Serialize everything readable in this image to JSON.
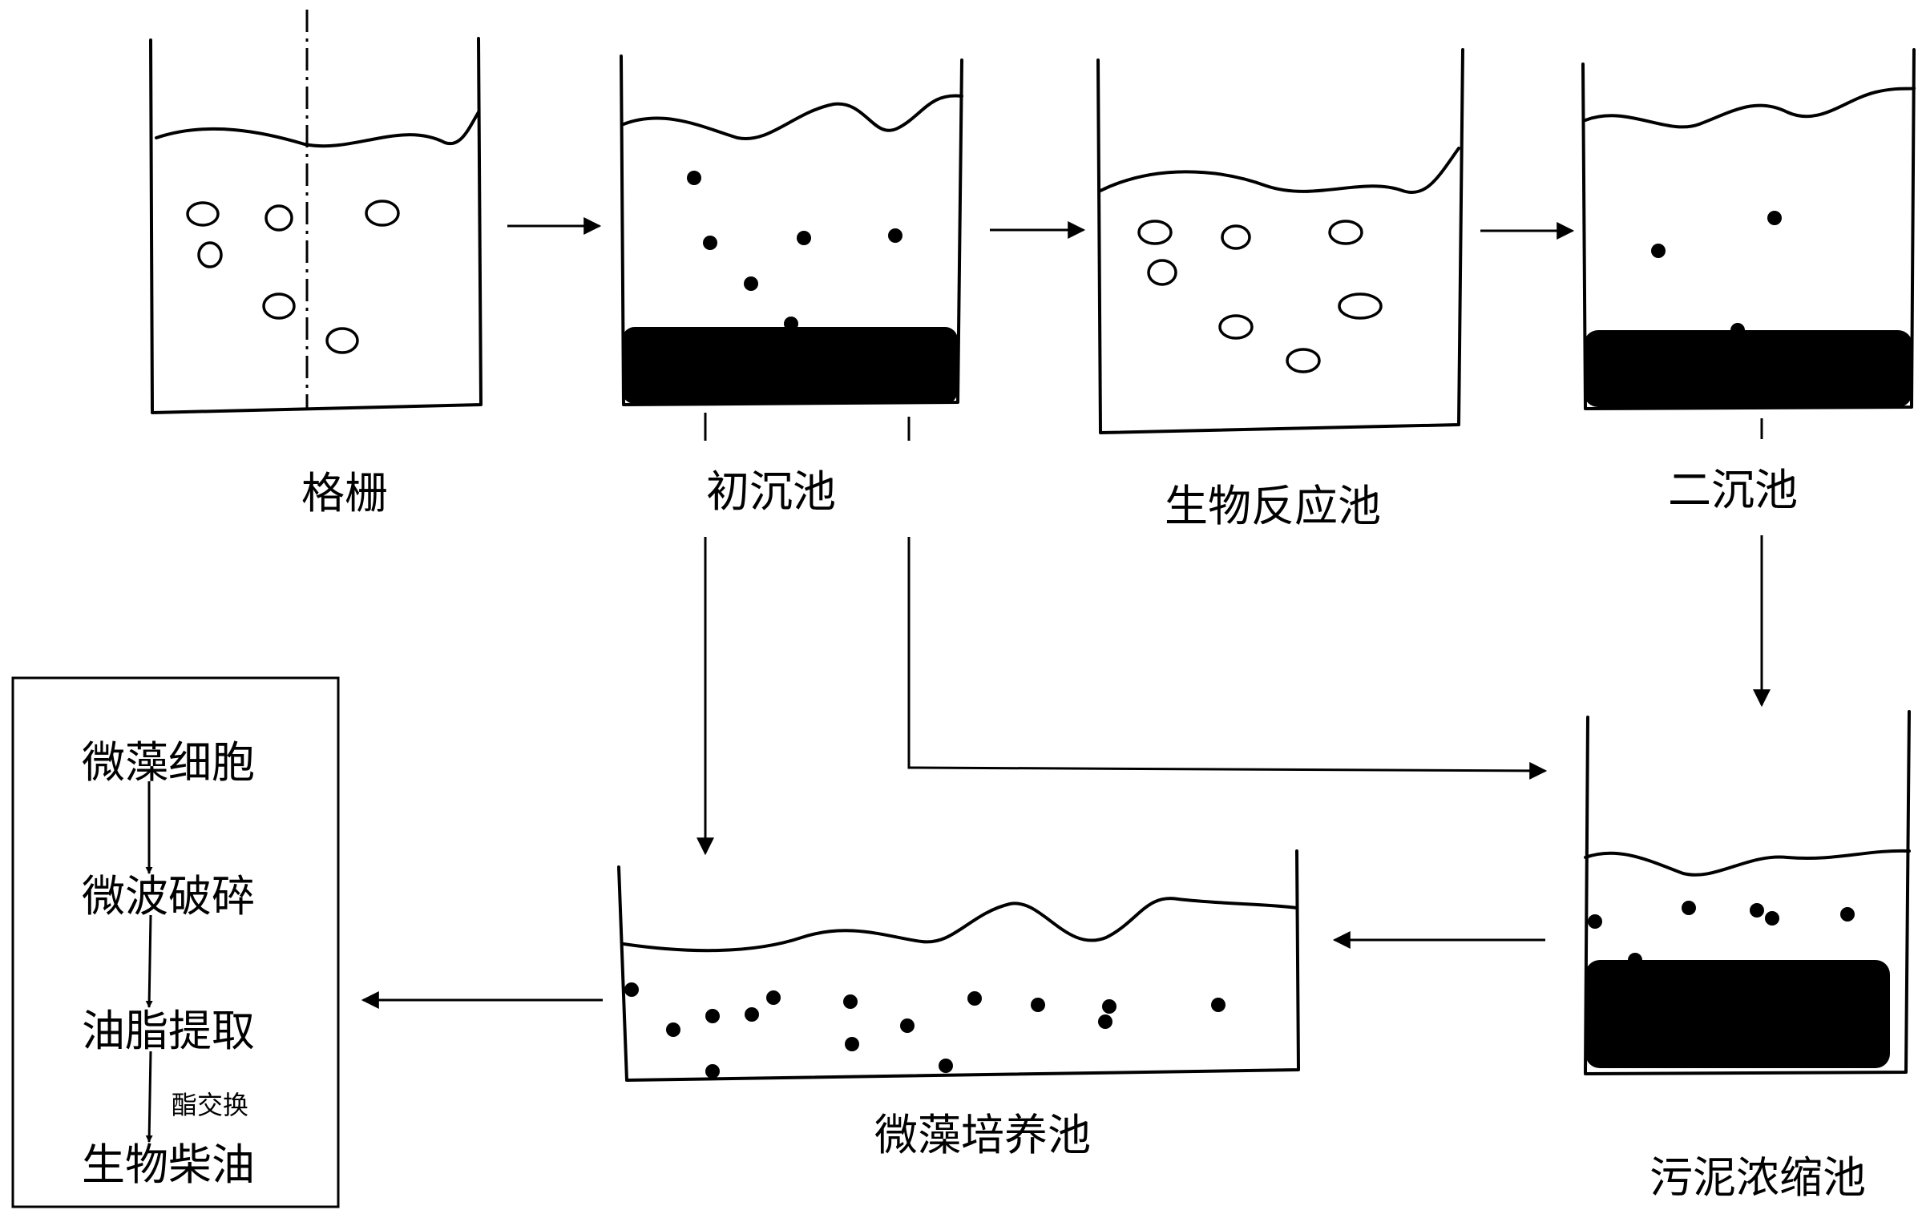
{
  "tanks": {
    "screen": "格栅",
    "primary_clarifier": "初沉池",
    "bioreactor": "生物反应池",
    "secondary_clarifier": "二沉池",
    "sludge_thickener": "污泥浓缩池",
    "microalgae_pond": "微藻培养池"
  },
  "process_box": {
    "steps": [
      "微藻细胞",
      "微波破碎",
      "油脂提取",
      "生物柴油"
    ],
    "transesterification_label": "酯交换"
  }
}
